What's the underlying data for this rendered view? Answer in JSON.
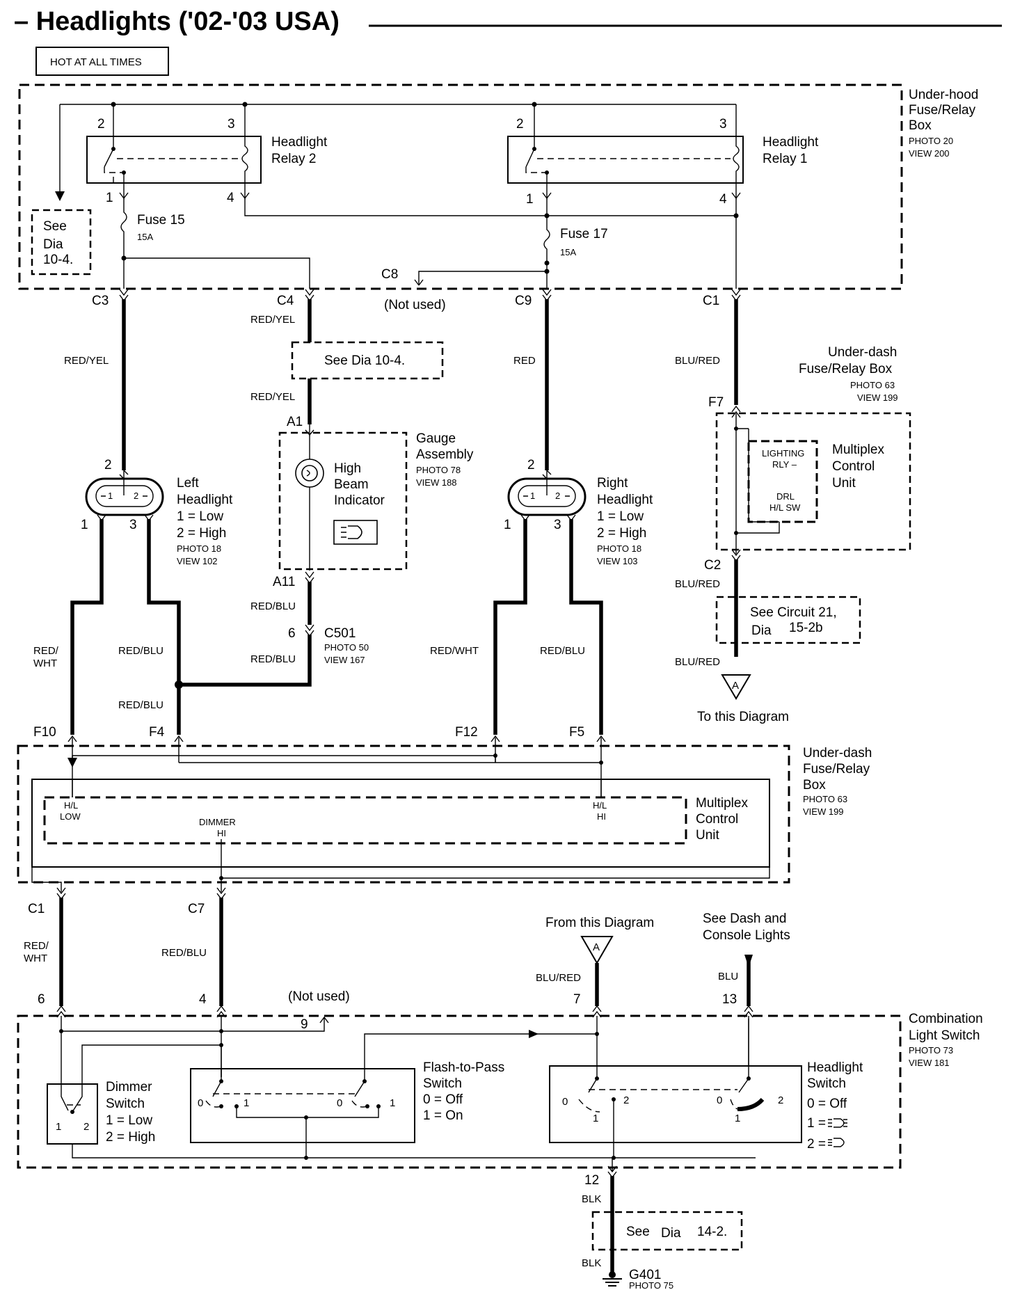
{
  "title": "– Headlights ('02-'03 USA)",
  "hot_label": "HOT AT ALL TIMES",
  "underhood_box": {
    "name": [
      "Under-hood",
      "Fuse/Relay",
      "Box"
    ],
    "photo": "PHOTO 20",
    "view": "VIEW 200"
  },
  "relay2": {
    "name": [
      "Headlight",
      "Relay 2"
    ],
    "pins": [
      "2",
      "3",
      "1",
      "4"
    ]
  },
  "relay1": {
    "name": [
      "Headlight",
      "Relay 1"
    ],
    "pins": [
      "2",
      "3",
      "1",
      "4"
    ]
  },
  "see_dia_top": [
    "See",
    "Dia",
    "10-4."
  ],
  "fuse15": {
    "label": "Fuse 15",
    "rating": "15A"
  },
  "fuse17": {
    "label": "Fuse 17",
    "rating": "15A"
  },
  "c8": {
    "label": "C8",
    "note": "(Not used)"
  },
  "connectors_top": [
    "C3",
    "C4",
    "C9",
    "C1"
  ],
  "wire_colors": {
    "red_yel": "RED/YEL",
    "red": "RED",
    "blu_red": "BLU/RED",
    "red_blu": "RED/BLU",
    "red_wht": [
      "RED/",
      "WHT"
    ],
    "red_wht_flat": "RED/WHT",
    "blu": "BLU",
    "blk": "BLK"
  },
  "see_dia_10_4": "See Dia 10-4.",
  "gauge": {
    "name": [
      "Gauge",
      "Assembly"
    ],
    "photo": "PHOTO 78",
    "view": "VIEW 188",
    "pin_a1": "A1",
    "pin_a11": "A11",
    "indicator": [
      "High",
      "Beam",
      "Indicator"
    ]
  },
  "left_headlight": {
    "name": [
      "Left",
      "Headlight"
    ],
    "modes": [
      "1 = Low",
      "2 = High"
    ],
    "photo": "PHOTO 18",
    "view": "VIEW 102",
    "pins": [
      "2",
      "1",
      "3"
    ]
  },
  "right_headlight": {
    "name": [
      "Right",
      "Headlight"
    ],
    "modes": [
      "1 = Low",
      "2 = High"
    ],
    "photo": "PHOTO 18",
    "view": "VIEW 103",
    "pins": [
      "2",
      "1",
      "3"
    ]
  },
  "c501": {
    "pin": "6",
    "label": "C501",
    "photo": "PHOTO 50",
    "view": "VIEW 167"
  },
  "underdash_box_top": {
    "name": [
      "Under-dash",
      "Fuse/Relay Box"
    ],
    "photo": "PHOTO 63",
    "view": "VIEW 199",
    "pin_f7": "F7",
    "pin_c2": "C2"
  },
  "mcu_top": {
    "name": [
      "Multiplex",
      "Control",
      "Unit"
    ],
    "inner": [
      "LIGHTING",
      "RLY –",
      "DRL",
      "H/L SW"
    ]
  },
  "see_circuit": [
    "See Circuit 21,",
    "Dia",
    "15-2b"
  ],
  "to_diagram": "To this Diagram",
  "connector_a": "A",
  "underdash_box_mid": {
    "name": [
      "Under-dash",
      "Fuse/Relay",
      "Box"
    ],
    "photo": "PHOTO 63",
    "view": "VIEW 199",
    "pins": [
      "F10",
      "F4",
      "F12",
      "F5",
      "C1",
      "C7"
    ]
  },
  "mcu_mid": {
    "name": [
      "Multiplex",
      "Control",
      "Unit"
    ],
    "hl_low": [
      "H/L",
      "LOW"
    ],
    "hl_hi": [
      "H/L",
      "HI"
    ],
    "dimmer_hi": [
      "DIMMER",
      "HI"
    ]
  },
  "from_diagram": "From this Diagram",
  "see_dash": [
    "See Dash and",
    "Console Lights"
  ],
  "combo_switch": {
    "name": [
      "Combination",
      "Light Switch"
    ],
    "photo": "PHOTO 73",
    "view": "VIEW 181",
    "pins": [
      "6",
      "4",
      "9",
      "7",
      "13",
      "12"
    ],
    "not_used": "(Not used)"
  },
  "dimmer_switch": {
    "name": [
      "Dimmer",
      "Switch"
    ],
    "modes": [
      "1 = Low",
      "2 = High"
    ],
    "contacts": [
      "1",
      "2"
    ]
  },
  "flash_switch": {
    "name": [
      "Flash-to-Pass",
      "Switch"
    ],
    "modes": [
      "0 = Off",
      "1 = On"
    ],
    "contacts": [
      "0",
      "1",
      "0",
      "1"
    ]
  },
  "headlight_switch": {
    "name": [
      "Headlight",
      "Switch"
    ],
    "modes": [
      "0 = Off",
      "1 =",
      "2 ="
    ],
    "contacts": [
      "0",
      "2",
      "1",
      "0",
      "2",
      "1"
    ]
  },
  "see_dia_14_2": [
    "See",
    "Dia",
    "14-2."
  ],
  "ground": {
    "label": "G401",
    "photo": "PHOTO 75"
  }
}
